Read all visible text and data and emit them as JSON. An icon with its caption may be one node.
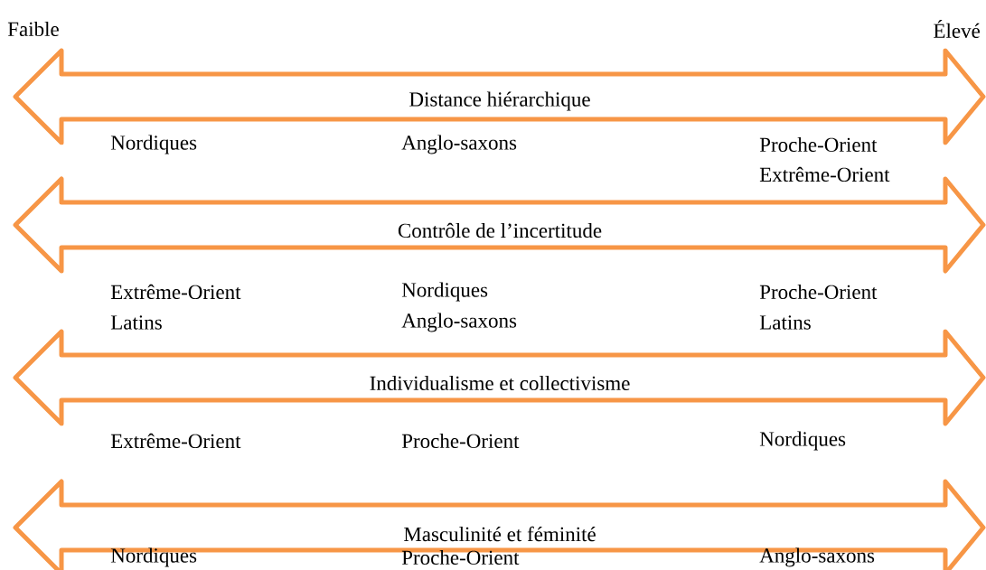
{
  "diagram": {
    "nodes": [
      {
        "text": [
          "Distance hiérarchique"
        ]
      },
      {
        "text": [
          "Contrôle de l’incertitude"
        ]
      },
      {
        "text": [
          "Individualisme et collectivisme"
        ]
      },
      {
        "text": [
          "Masculinité et féminité"
        ]
      }
    ],
    "labels": [
      "Faible",
      "Élevé",
      "Nordiques",
      "Anglo-saxons",
      "Proche-Orient",
      "Extrême-Orient",
      "Extrême-Orient",
      "Nordiques",
      "Proche-Orient",
      "Latins",
      "Anglo-saxons",
      "Latins",
      "Extrême-Orient",
      "Proche-Orient",
      "Nordiques",
      "Nordiques",
      "Proche-Orient",
      "Anglo-saxons"
    ]
  }
}
